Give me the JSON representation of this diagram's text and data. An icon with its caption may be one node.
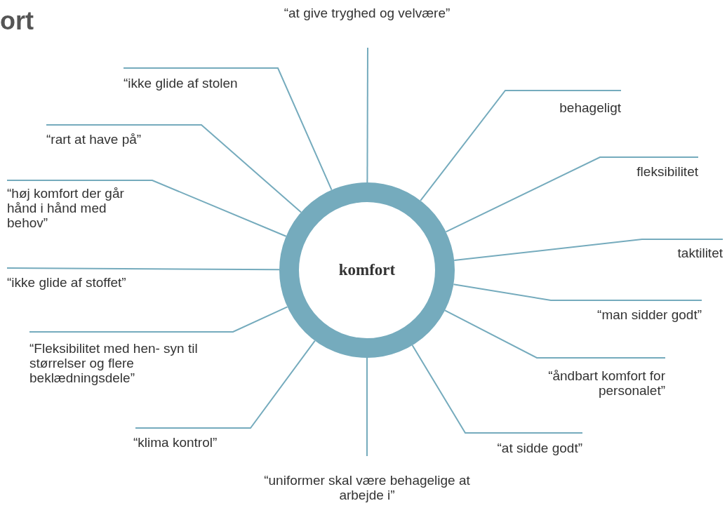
{
  "diagram": {
    "title": "ort",
    "nodes": [
      {
        "text": [
          "komfort"
        ]
      },
      {
        "text": [
          "“at give tryghed og velvære”"
        ]
      },
      {
        "text": [
          "“ikke glide af stolen"
        ]
      },
      {
        "text": [
          "“rart at have på”"
        ]
      },
      {
        "text": [
          "“høj komfort der går hånd i hånd med behov”"
        ]
      },
      {
        "text": [
          "“ikke glide af stoffet”"
        ]
      },
      {
        "text": [
          "“Fleksibilitet med hen- syn til størrelser og flere beklædningsdele”"
        ]
      },
      {
        "text": [
          "“klima kontrol”"
        ]
      },
      {
        "text": [
          "“uniformer skal være behagelige at arbejde i”"
        ]
      },
      {
        "text": [
          "“at sidde godt”"
        ]
      },
      {
        "text": [
          "“åndbart komfort for personalet”"
        ]
      },
      {
        "text": [
          "“man sidder godt”"
        ]
      },
      {
        "text": [
          "taktilitet"
        ]
      },
      {
        "text": [
          "fleksibilitet"
        ]
      },
      {
        "text": [
          "behageligt"
        ]
      }
    ],
    "edges": [
      {
        "from": 1,
        "to": 0,
        "arrow": "none"
      },
      {
        "from": 2,
        "to": 0,
        "arrow": "none"
      },
      {
        "from": 3,
        "to": 0,
        "arrow": "none"
      },
      {
        "from": 4,
        "to": 0,
        "arrow": "none"
      },
      {
        "from": 5,
        "to": 0,
        "arrow": "none"
      },
      {
        "from": 6,
        "to": 0,
        "arrow": "none"
      },
      {
        "from": 7,
        "to": 0,
        "arrow": "none"
      },
      {
        "from": 8,
        "to": 0,
        "arrow": "none"
      },
      {
        "from": 9,
        "to": 0,
        "arrow": "none"
      },
      {
        "from": 10,
        "to": 0,
        "arrow": "none"
      },
      {
        "from": 11,
        "to": 0,
        "arrow": "none"
      },
      {
        "from": 12,
        "to": 0,
        "arrow": "none"
      },
      {
        "from": 13,
        "to": 0,
        "arrow": "none"
      },
      {
        "from": 14,
        "to": 0,
        "arrow": "none"
      }
    ]
  }
}
